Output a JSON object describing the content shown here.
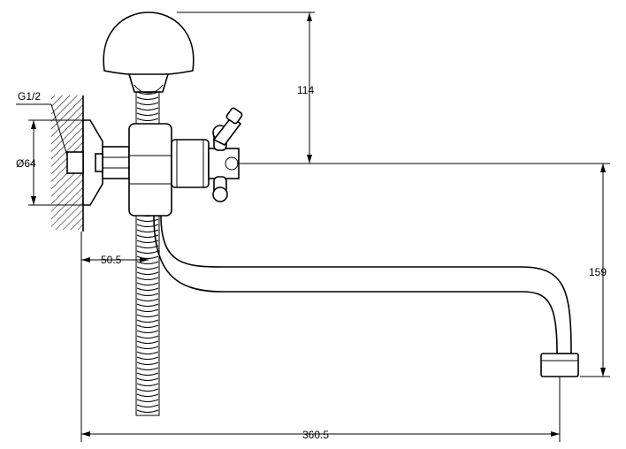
{
  "dimensions": {
    "thread": "G1/2",
    "flange_diameter": "Ø64",
    "shower_height": "114",
    "wall_offset": "50.5",
    "spout_drop": "159",
    "spout_reach": "360.5"
  }
}
